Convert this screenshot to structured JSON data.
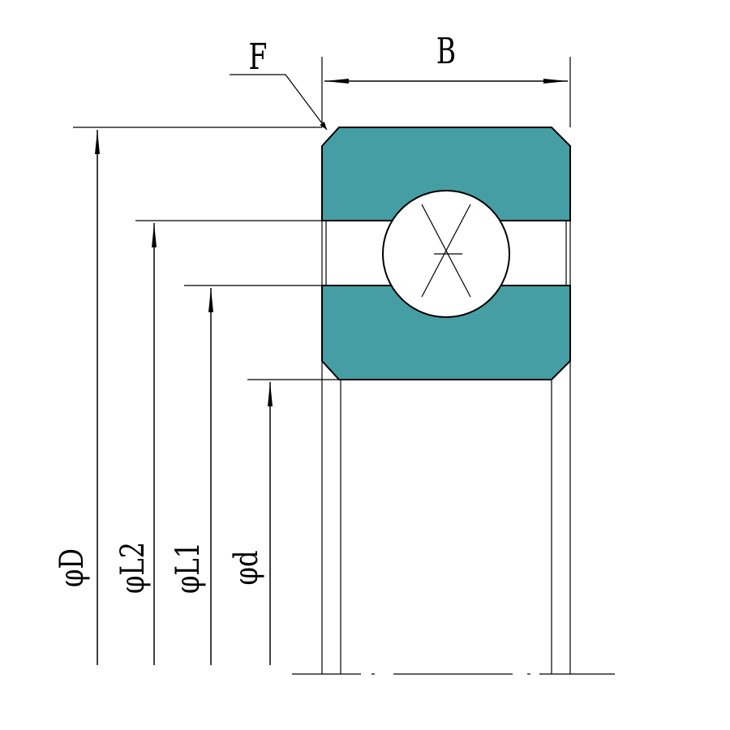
{
  "labels": {
    "width": "B",
    "chamfer": "F",
    "outer_diameter": "φD",
    "l2_diameter": "φL2",
    "l1_diameter": "φL1",
    "bore_diameter": "φd"
  },
  "colors": {
    "ring_fill": "#459ea3",
    "line": "#000000",
    "background": "#ffffff"
  }
}
